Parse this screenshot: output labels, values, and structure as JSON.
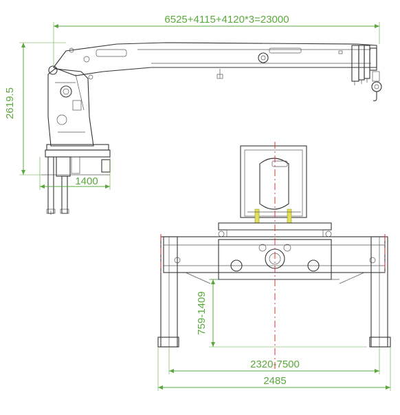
{
  "colors": {
    "dimension": "#5aa83c",
    "outline": "#333333",
    "centerline": "#e03030",
    "highlight": "#e0e060"
  },
  "dimensions": {
    "boom_length": "6525+4115+4120*3=23000",
    "column_height": "2619.5",
    "base_width": "1400",
    "leg_height": "759-1409",
    "outrigger_span": "2320-7500",
    "overall_width": "2485"
  }
}
